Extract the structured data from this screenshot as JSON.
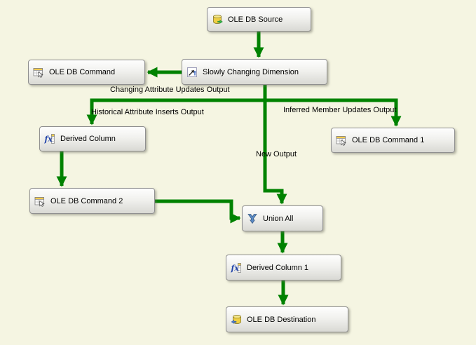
{
  "canvas": {
    "background_color": "#f5f5e2",
    "connector_color": "#008200"
  },
  "nodes": {
    "ole_db_source": {
      "label": "OLE DB Source",
      "icon": "database-source-icon"
    },
    "slowly_changing_dimension": {
      "label": "Slowly Changing Dimension",
      "icon": "slowly-changing-dimension-icon"
    },
    "ole_db_command": {
      "label": "OLE DB Command",
      "icon": "ole-db-command-icon"
    },
    "derived_column": {
      "label": "Derived Column",
      "icon": "derived-column-fx-icon"
    },
    "ole_db_command_1": {
      "label": "OLE DB Command 1",
      "icon": "ole-db-command-icon"
    },
    "ole_db_command_2": {
      "label": "OLE DB Command 2",
      "icon": "ole-db-command-icon"
    },
    "union_all": {
      "label": "Union All",
      "icon": "union-all-icon"
    },
    "derived_column_1": {
      "label": "Derived Column 1",
      "icon": "derived-column-fx-icon"
    },
    "ole_db_destination": {
      "label": "OLE DB Destination",
      "icon": "database-destination-icon"
    }
  },
  "edge_labels": {
    "changing_attribute_updates": "Changing Attribute Updates Output",
    "historical_attribute_inserts": "Historical Attribute Inserts Output",
    "inferred_member_updates": "Inferred Member Updates Output",
    "new_output": "New Output"
  }
}
